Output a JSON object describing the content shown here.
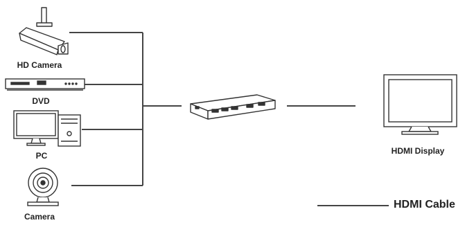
{
  "sources": [
    {
      "id": "hd-camera",
      "label": "HD Camera",
      "icon": "security-camera-icon"
    },
    {
      "id": "dvd",
      "label": "DVD",
      "icon": "dvd-player-icon"
    },
    {
      "id": "pc",
      "label": "PC",
      "icon": "desktop-pc-icon"
    },
    {
      "id": "camera",
      "label": "Camera",
      "icon": "webcam-icon"
    }
  ],
  "hub": {
    "icon": "hdmi-switch-device-icon"
  },
  "display": {
    "label": "HDMI Display",
    "icon": "monitor-icon"
  },
  "legend": {
    "label": "HDMI Cable"
  },
  "colors": {
    "stroke": "#333333",
    "line": "#444444",
    "text": "#222222"
  }
}
